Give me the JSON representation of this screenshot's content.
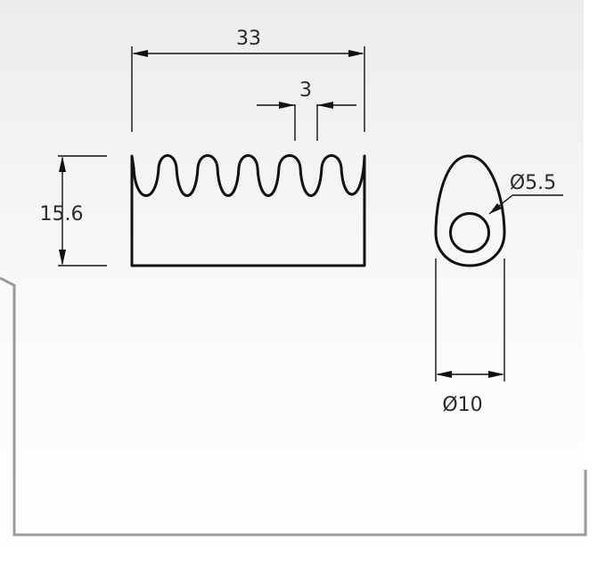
{
  "front_view": {
    "length_label": "33",
    "pitch_label": "3",
    "height_label": "15.6"
  },
  "side_view": {
    "hole_diameter_label": "Ø5.5",
    "outer_diameter_label": "Ø10"
  },
  "colors": {
    "line": "#111111",
    "text": "#2a2a2a",
    "sheet_border": "#9a9a9a",
    "background_gradient_top": "#efefef",
    "background_gradient_bottom": "#ffffff"
  }
}
